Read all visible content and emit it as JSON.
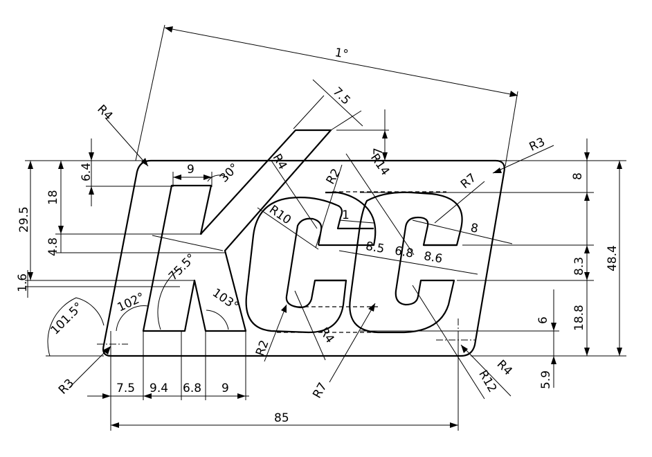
{
  "dimensions": {
    "angle_top": "1°",
    "r4_top_left": "R4",
    "dim_7_5_top": "7.5",
    "dim_7": "7",
    "r3_top_right": "R3",
    "r7_top_right": "R7",
    "dim_8_right": "8",
    "dim_48_4": "48.4",
    "dim_8_3": "8.3",
    "dim_18_8": "18.8",
    "dim_6_right": "6",
    "dim_5_9": "5.9",
    "r4_bottom_right": "R4",
    "r12": "R12",
    "dim_85": "85",
    "dim_7_5_bottom": "7.5",
    "dim_9_4": "9.4",
    "dim_6_8_bottom": "6.8",
    "dim_9_bottom": "9",
    "r3_bottom_left": "R3",
    "angle_101_5": "101.5°",
    "angle_102": "102°",
    "angle_103": "103°",
    "angle_75_5": "75.5°",
    "dim_1_6": "1.6",
    "dim_4_8": "4.8",
    "dim_29_5": "29.5",
    "dim_18_left": "18",
    "dim_6_4": "6.4",
    "dim_9_top": "9",
    "angle_30": "30°",
    "r4_k": "R4",
    "r2_top": "R2",
    "r14": "R14",
    "r10": "R10",
    "dim_1": "1",
    "dim_8_5": "8.5",
    "dim_6_8_mid": "6.8",
    "dim_8_6": "8.6",
    "dim_8_diag": "8",
    "r2_bottom": "R2",
    "r4_bottom_mid": "R4",
    "r7_bottom": "R7"
  }
}
